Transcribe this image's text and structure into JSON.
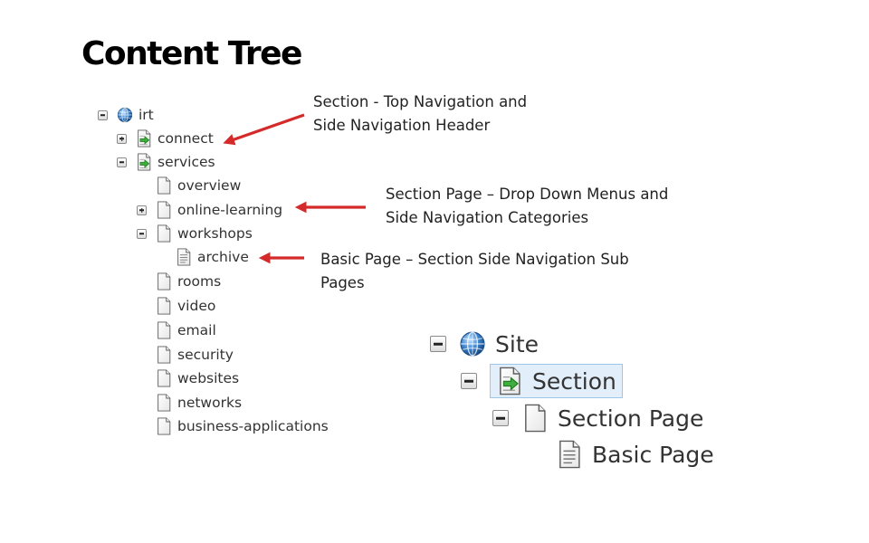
{
  "page": {
    "title": "Content Tree"
  },
  "annotations": [
    {
      "line1": "Section - Top Navigation and",
      "line2": "Side Navigation Header"
    },
    {
      "line1": "Section Page – Drop Down Menus and",
      "line2": "Side Navigation Categories"
    },
    {
      "line1": "Basic Page – Section Side Navigation Sub",
      "line2": "Pages"
    }
  ],
  "tree": {
    "root": {
      "label": "irt",
      "icon": "globe-icon",
      "toggle": "collapse"
    },
    "items": [
      {
        "label": "connect",
        "icon": "section-icon",
        "toggle": "expand"
      },
      {
        "label": "services",
        "icon": "section-icon",
        "toggle": "collapse"
      },
      {
        "label": "overview",
        "icon": "page-icon"
      },
      {
        "label": "online-learning",
        "icon": "page-icon",
        "toggle": "expand"
      },
      {
        "label": "workshops",
        "icon": "page-icon",
        "toggle": "collapse"
      },
      {
        "label": "archive",
        "icon": "basic-page-icon"
      },
      {
        "label": "rooms",
        "icon": "page-icon"
      },
      {
        "label": "video",
        "icon": "page-icon"
      },
      {
        "label": "email",
        "icon": "page-icon"
      },
      {
        "label": "security",
        "icon": "page-icon"
      },
      {
        "label": "websites",
        "icon": "page-icon"
      },
      {
        "label": "networks",
        "icon": "page-icon"
      },
      {
        "label": "business-applications",
        "icon": "page-icon"
      }
    ]
  },
  "legend": {
    "items": [
      {
        "label": "Site",
        "icon": "globe-icon",
        "toggle": "collapse"
      },
      {
        "label": "Section",
        "icon": "section-icon",
        "toggle": "collapse",
        "selected": true
      },
      {
        "label": "Section Page",
        "icon": "page-icon",
        "toggle": "collapse"
      },
      {
        "label": "Basic Page",
        "icon": "basic-page-icon"
      }
    ]
  },
  "colors": {
    "arrow": "#d42a2a",
    "selection_bg": "#e2eef9",
    "selection_border": "#9dc6e8",
    "section_arrow": "#3fae3f",
    "globe": "#2d6fb7"
  }
}
